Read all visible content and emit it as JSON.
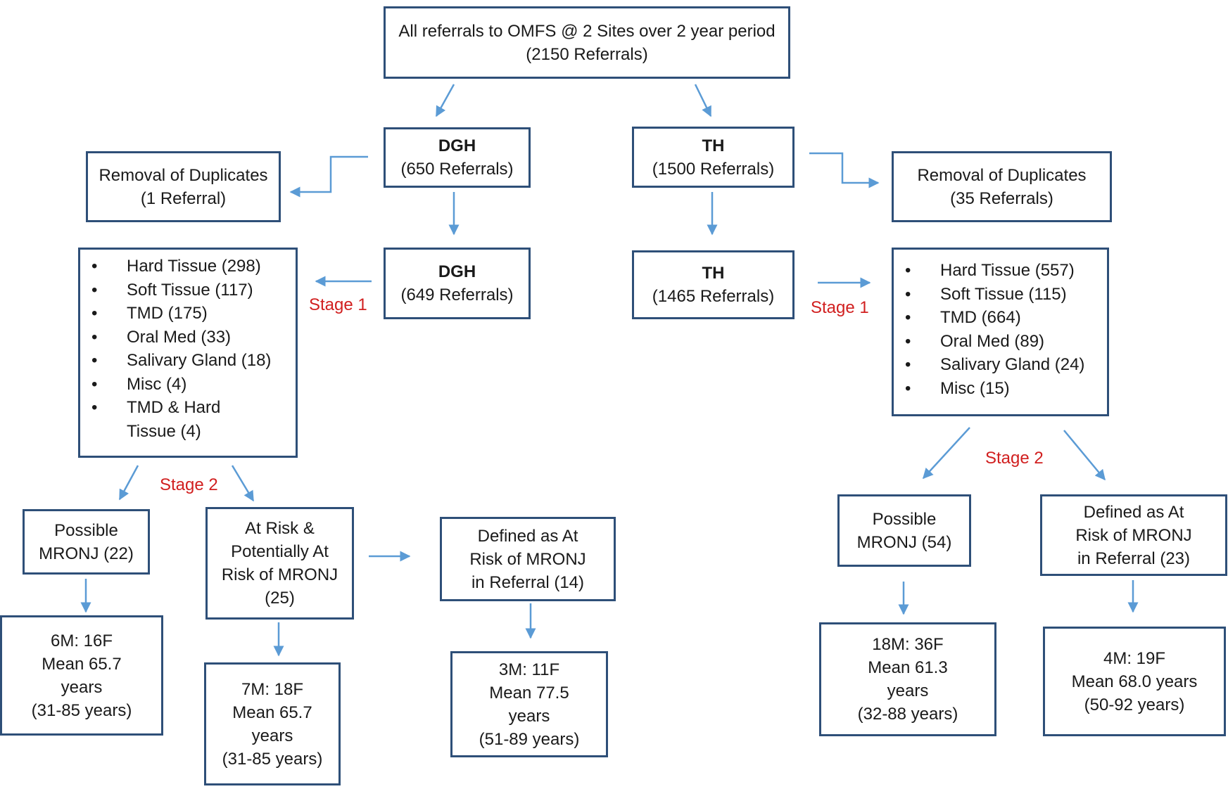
{
  "root": {
    "line1": "All referrals to OMFS @ 2 Sites over 2 year period",
    "line2": "(2150 Referrals)"
  },
  "dgh": {
    "site1": {
      "title": "DGH",
      "count": "(650 Referrals)"
    },
    "duplicates": {
      "line1": "Removal of Duplicates",
      "line2": "(1 Referral)"
    },
    "site2": {
      "title": "DGH",
      "count": "(649 Referrals)"
    },
    "stage1_label": "Stage 1",
    "stage2_label": "Stage 2",
    "categories": [
      {
        "bullet": "•",
        "label": "Hard Tissue (298)"
      },
      {
        "bullet": "•",
        "label": "Soft Tissue (117)"
      },
      {
        "bullet": "•",
        "label": "TMD (175)"
      },
      {
        "bullet": "•",
        "label": "Oral Med (33)"
      },
      {
        "bullet": "•",
        "label": "Salivary Gland (18)"
      },
      {
        "bullet": "•",
        "label": "Misc (4)"
      },
      {
        "bullet": "•",
        "label": "TMD & Hard",
        "label2": "Tissue (4)"
      }
    ],
    "possible": {
      "line1": "Possible",
      "line2": "MRONJ (22)"
    },
    "possible_demo": {
      "line1": "6M: 16F",
      "line2": "Mean 65.7",
      "line3": "years",
      "line4": "(31-85 years)"
    },
    "at_risk": {
      "line1": "At Risk &",
      "line2": "Potentially At",
      "line3": "Risk of MRONJ",
      "line4": "(25)"
    },
    "at_risk_demo": {
      "line1": "7M: 18F",
      "line2": "Mean 65.7",
      "line3": "years",
      "line4": "(31-85 years)"
    },
    "defined": {
      "line1": "Defined as At",
      "line2": "Risk of MRONJ",
      "line3": "in Referral (14)"
    },
    "defined_demo": {
      "line1": "3M: 11F",
      "line2": "Mean 77.5",
      "line3": "years",
      "line4": "(51-89 years)"
    }
  },
  "th": {
    "site1": {
      "title": "TH",
      "count": "(1500 Referrals)"
    },
    "duplicates": {
      "line1": "Removal of Duplicates",
      "line2": "(35 Referrals)"
    },
    "site2": {
      "title": "TH",
      "count": "(1465 Referrals)"
    },
    "stage1_label": "Stage 1",
    "stage2_label": "Stage 2",
    "categories": [
      {
        "bullet": "•",
        "label": "Hard Tissue (557)"
      },
      {
        "bullet": "•",
        "label": "Soft Tissue (115)"
      },
      {
        "bullet": "•",
        "label": "TMD (664)"
      },
      {
        "bullet": "•",
        "label": "Oral Med (89)"
      },
      {
        "bullet": "•",
        "label": "Salivary Gland (24)"
      },
      {
        "bullet": "•",
        "label": "Misc (15)"
      }
    ],
    "possible": {
      "line1": "Possible",
      "line2": "MRONJ (54)"
    },
    "possible_demo": {
      "line1": "18M: 36F",
      "line2": "Mean 61.3",
      "line3": "years",
      "line4": "(32-88 years)"
    },
    "defined": {
      "line1": "Defined as At",
      "line2": "Risk of MRONJ",
      "line3": "in Referral (23)"
    },
    "defined_demo": {
      "line1": "4M: 19F",
      "line2": "Mean 68.0 years",
      "line3": "(50-92 years)"
    }
  },
  "colors": {
    "box_border": "#2e4f78",
    "arrow": "#5b9bd5",
    "stage_label": "#d11f1f"
  }
}
